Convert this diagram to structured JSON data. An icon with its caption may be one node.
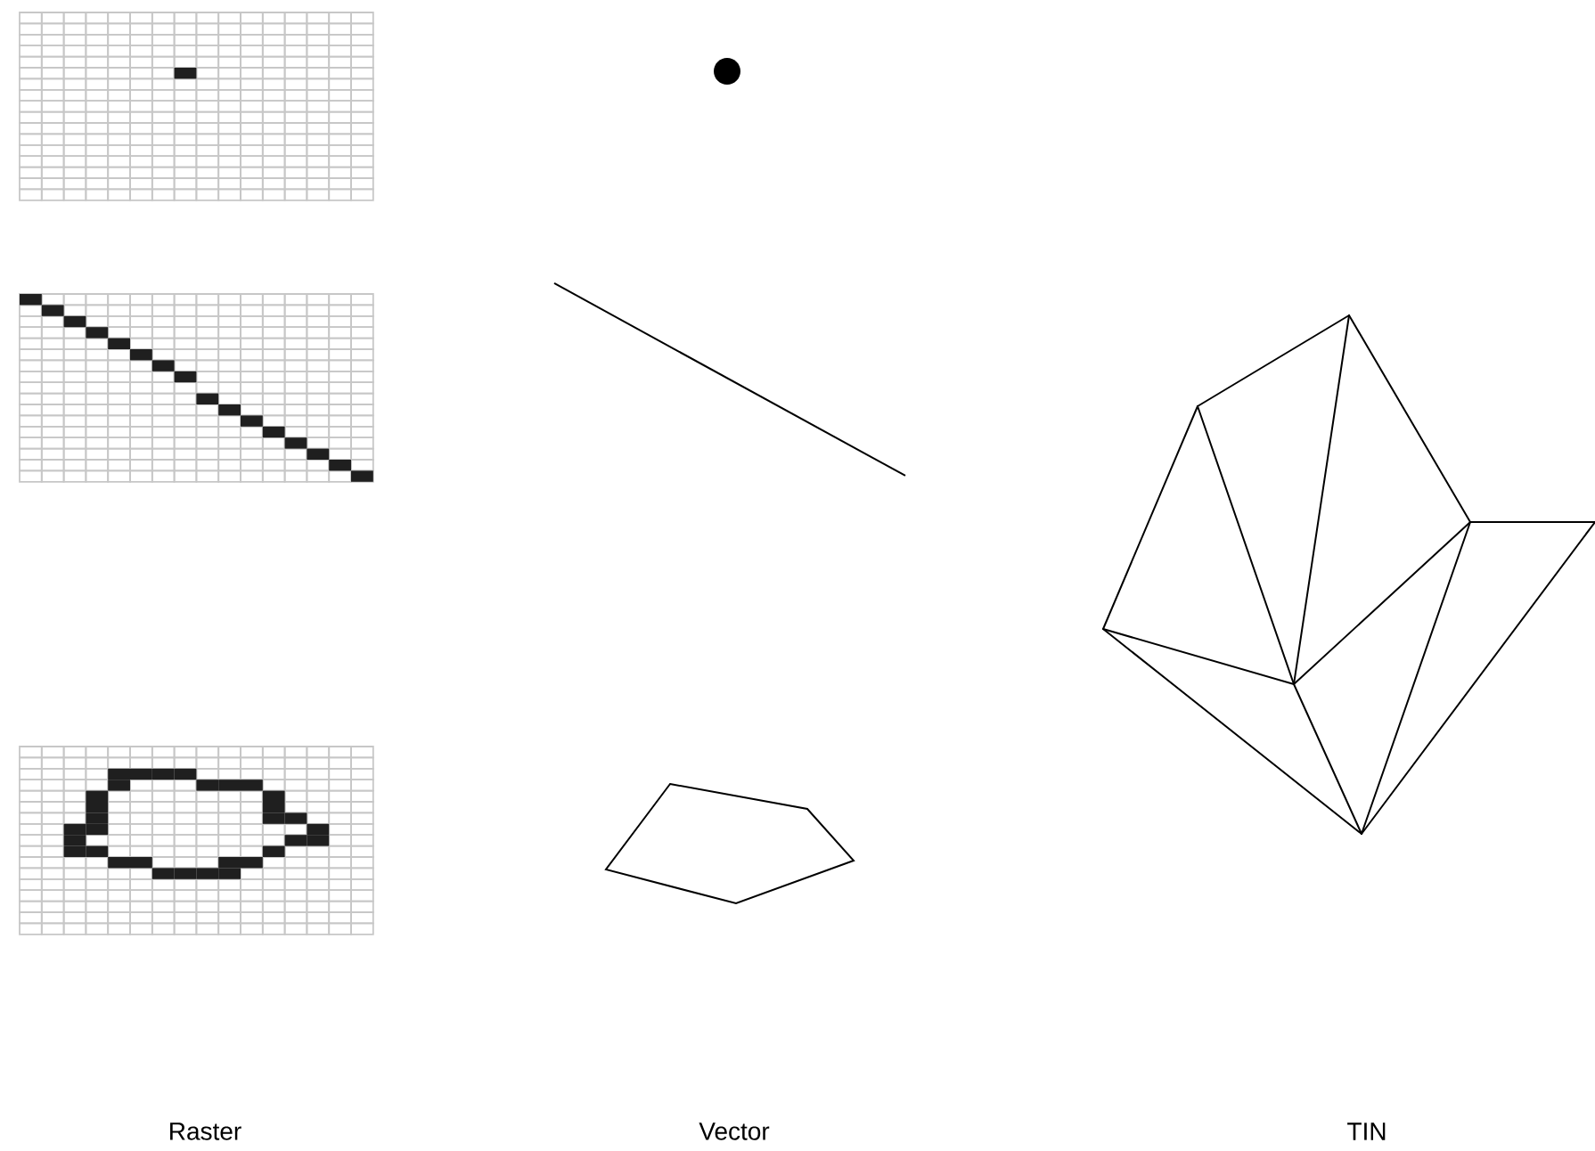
{
  "diagram": {
    "labels": [
      "Raster",
      "Vector",
      "TIN"
    ]
  }
}
